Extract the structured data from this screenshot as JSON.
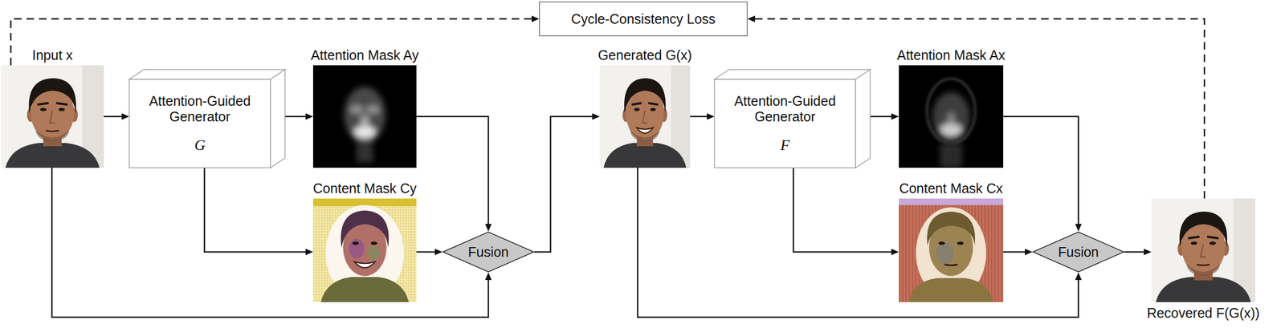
{
  "diagram": {
    "nodes": [
      {
        "text": [
          "Cycle-Consistency Loss"
        ]
      },
      {
        "text": [
          "Input x"
        ]
      },
      {
        "text": [
          "Attention-Guided Generator",
          "G"
        ]
      },
      {
        "text": [
          "Attention Mask Ay"
        ]
      },
      {
        "text": [
          "Content Mask Cy"
        ]
      },
      {
        "text": [
          "Fusion"
        ]
      },
      {
        "text": [
          "Generated G(x)"
        ]
      },
      {
        "text": [
          "Attention-Guided Generator",
          "F"
        ]
      },
      {
        "text": [
          "Attention Mask Ax"
        ]
      },
      {
        "text": [
          "Content Mask Cx"
        ]
      },
      {
        "text": [
          "Fusion"
        ]
      },
      {
        "text": [
          "Recovered F(G(x))"
        ]
      }
    ],
    "edges": [
      {
        "from": 1,
        "to": 2,
        "arrow": "to"
      },
      {
        "from": 2,
        "to": 3,
        "arrow": "to"
      },
      {
        "from": 2,
        "to": 4,
        "arrow": "to"
      },
      {
        "from": 3,
        "to": 5,
        "arrow": "to"
      },
      {
        "from": 4,
        "to": 5,
        "arrow": "to"
      },
      {
        "from": 1,
        "to": 5,
        "arrow": "to"
      },
      {
        "from": 5,
        "to": 6,
        "arrow": "to"
      },
      {
        "from": 6,
        "to": 7,
        "arrow": "to"
      },
      {
        "from": 7,
        "to": 8,
        "arrow": "to"
      },
      {
        "from": 7,
        "to": 9,
        "arrow": "to"
      },
      {
        "from": 8,
        "to": 10,
        "arrow": "to"
      },
      {
        "from": 9,
        "to": 10,
        "arrow": "to"
      },
      {
        "from": 6,
        "to": 10,
        "arrow": "to"
      },
      {
        "from": 10,
        "to": 11,
        "arrow": "to"
      },
      {
        "from": 1,
        "to": 0,
        "arrow": "to"
      },
      {
        "from": 11,
        "to": 0,
        "arrow": "to"
      }
    ]
  }
}
